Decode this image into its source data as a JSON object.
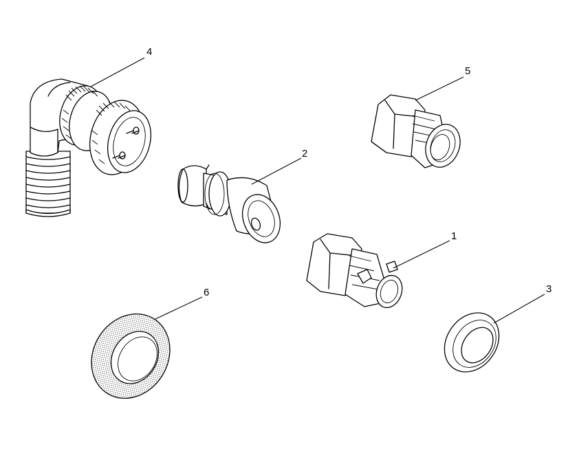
{
  "callouts": [
    {
      "id": "1",
      "label": "1"
    },
    {
      "id": "2",
      "label": "2"
    },
    {
      "id": "3",
      "label": "3"
    },
    {
      "id": "4",
      "label": "4"
    },
    {
      "id": "5",
      "label": "5"
    },
    {
      "id": "6",
      "label": "6"
    }
  ],
  "colors": {
    "line": "#000000",
    "background": "#ffffff"
  },
  "icons": [
    "elbow-connector",
    "straight-plug",
    "flat-washer",
    "conduit-fitting",
    "gasket-ring"
  ]
}
